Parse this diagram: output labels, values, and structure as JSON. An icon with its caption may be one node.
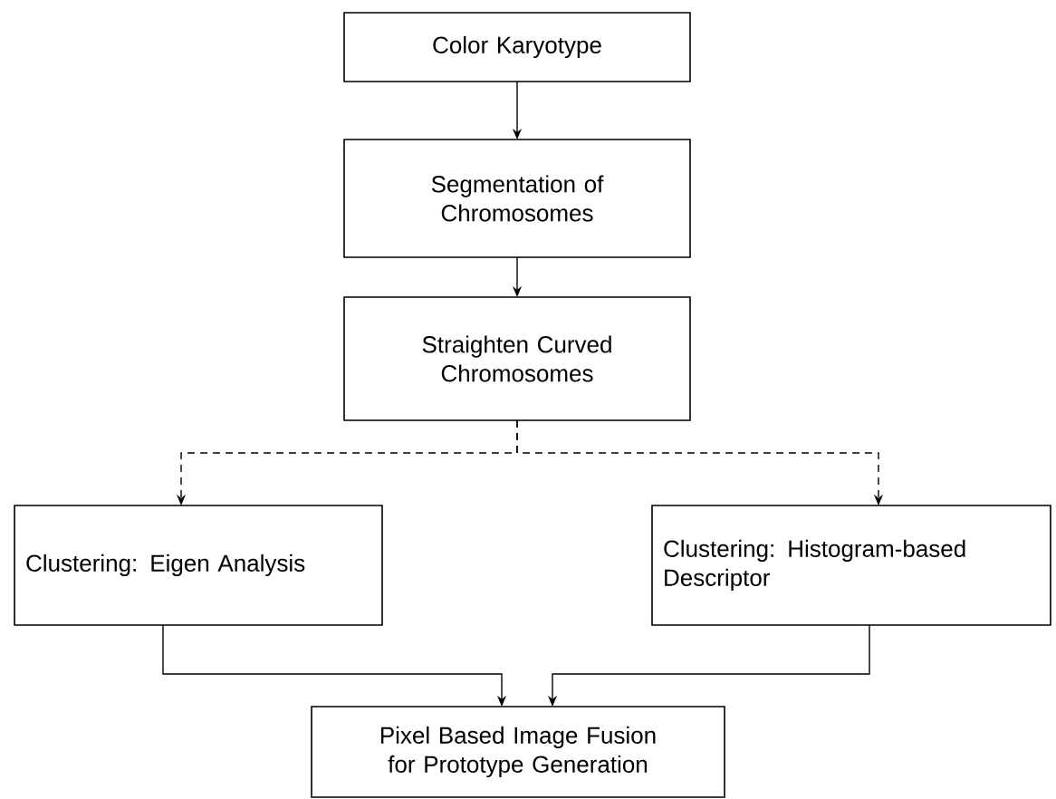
{
  "diagram": {
    "nodes": [
      {
        "text": [
          "Color Karyotype"
        ]
      },
      {
        "text": [
          "Segmentation of Chromosomes"
        ]
      },
      {
        "text": [
          "Straighten Curved Chromosomes"
        ]
      },
      {
        "text": [
          "Clustering: Eigen Analysis"
        ]
      },
      {
        "text": [
          "Clustering: Histogram-based Descriptor"
        ]
      },
      {
        "text": [
          "Pixel Based Image Fusion for Prototype Generation"
        ]
      }
    ],
    "edges": [
      {
        "from": 0,
        "to": 1,
        "arrow": "to"
      },
      {
        "from": 1,
        "to": 2,
        "arrow": "to"
      },
      {
        "from": 2,
        "to": 3,
        "arrow": "to",
        "style": "dashed"
      },
      {
        "from": 2,
        "to": 4,
        "arrow": "to",
        "style": "dashed"
      },
      {
        "from": 3,
        "to": 5,
        "arrow": "to"
      },
      {
        "from": 4,
        "to": 5,
        "arrow": "to"
      }
    ]
  }
}
